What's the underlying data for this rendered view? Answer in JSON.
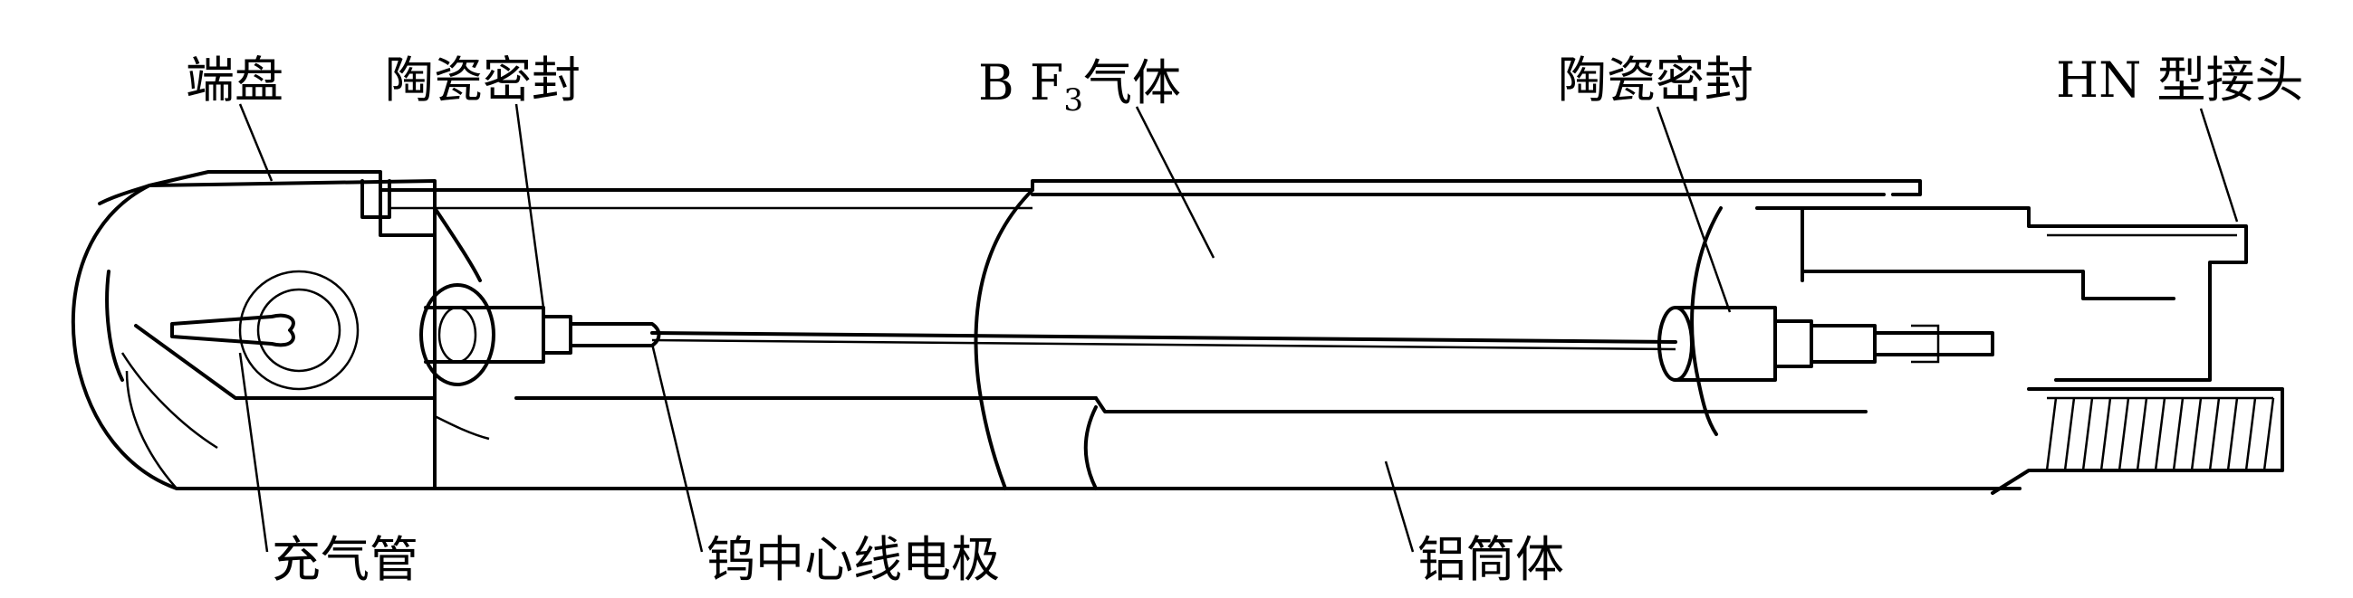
{
  "labels": {
    "end_disk": "端盘",
    "ceramic_seal_left": "陶瓷密封",
    "gas_label_prefix": "B F",
    "gas_label_sub": "3",
    "gas_label_suffix": "气体",
    "ceramic_seal_right": "陶瓷密封",
    "hn_connector": "HN 型接头",
    "fill_tube": "充气管",
    "tungsten_electrode": "钨中心线电极",
    "aluminum_body": "铝筒体"
  }
}
